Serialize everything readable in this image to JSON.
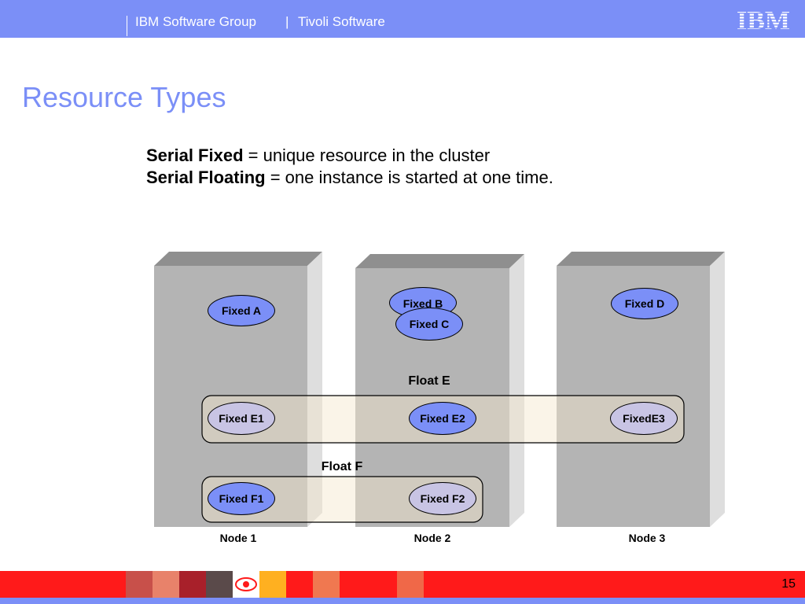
{
  "header": {
    "group": "IBM Software Group",
    "divider": "|",
    "product": "Tivoli Software",
    "logo": "IBM"
  },
  "title": "Resource Types",
  "definitions": [
    {
      "term": "Serial Fixed",
      "text": " = unique resource in the cluster"
    },
    {
      "term": "Serial Floating",
      "text": " = one instance is started at one time."
    }
  ],
  "diagram": {
    "nodes": [
      "Node 1",
      "Node 2",
      "Node 3"
    ],
    "fixed_resources": {
      "a": "Fixed A",
      "b": "Fixed B",
      "c": "Fixed C",
      "d": "Fixed D"
    },
    "float_e": {
      "label": "Float E",
      "members": [
        "Fixed E1",
        "Fixed E2",
        "FixedE3"
      ]
    },
    "float_f": {
      "label": "Float F",
      "members": [
        "Fixed F1",
        "Fixed F2"
      ]
    }
  },
  "footer": {
    "page_number": "15"
  },
  "colors": {
    "accent": "#7b8ff7",
    "footer_red": "#ff1a1a",
    "node_gray": "#b4b4b4",
    "ellipse_lavender": "#c8c4e4"
  }
}
